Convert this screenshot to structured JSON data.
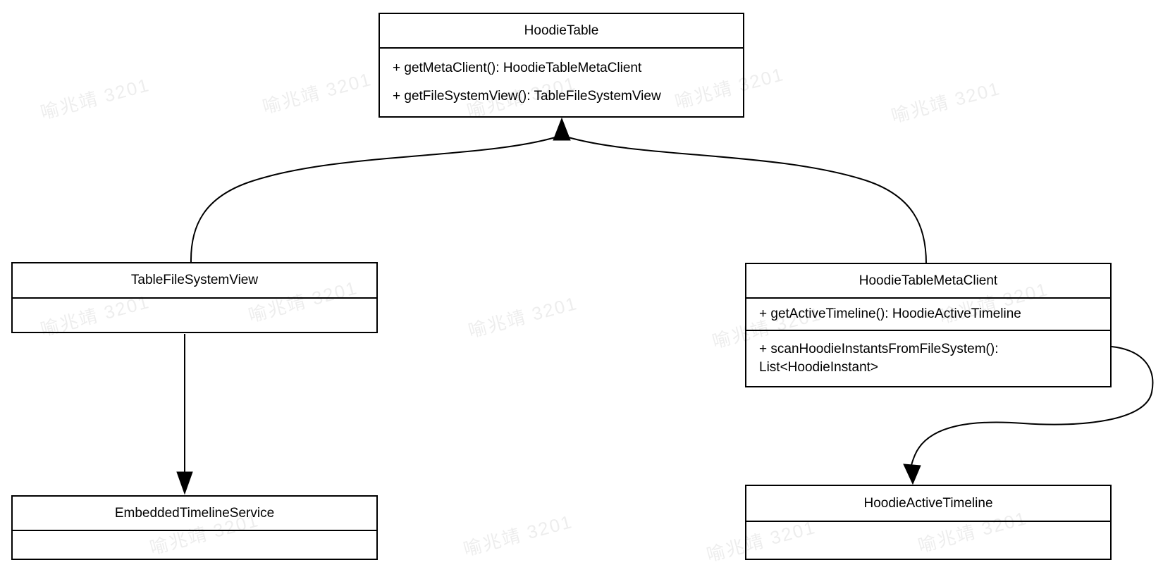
{
  "watermark": {
    "text": "喻兆靖 3201"
  },
  "classes": [
    {
      "name": "HoodieTable",
      "members": [
        "+ getMetaClient(): HoodieTableMetaClient",
        "+ getFileSystemView(): TableFileSystemView"
      ]
    },
    {
      "name": "TableFileSystemView",
      "members": []
    },
    {
      "name": "HoodieTableMetaClient",
      "members": [
        "+ getActiveTimeline(): HoodieActiveTimeline",
        "+ scanHoodieInstantsFromFileSystem(): List<HoodieInstant>"
      ]
    },
    {
      "name": "EmbeddedTimelineService",
      "members": []
    },
    {
      "name": "HoodieActiveTimeline",
      "members": []
    }
  ],
  "relations": [
    {
      "from": "TableFileSystemView",
      "to": "HoodieTable",
      "style": "curved-arrow"
    },
    {
      "from": "HoodieTableMetaClient",
      "to": "HoodieTable",
      "style": "curved-arrow"
    },
    {
      "from": "TableFileSystemView",
      "to": "EmbeddedTimelineService",
      "style": "straight-arrow"
    },
    {
      "from": "HoodieTableMetaClient",
      "to": "HoodieActiveTimeline",
      "style": "s-curve-arrow"
    }
  ],
  "colors": {
    "stroke": "#000000",
    "box_fill": "#ffffff",
    "background": "#ffffff",
    "watermark": "#ededed"
  }
}
